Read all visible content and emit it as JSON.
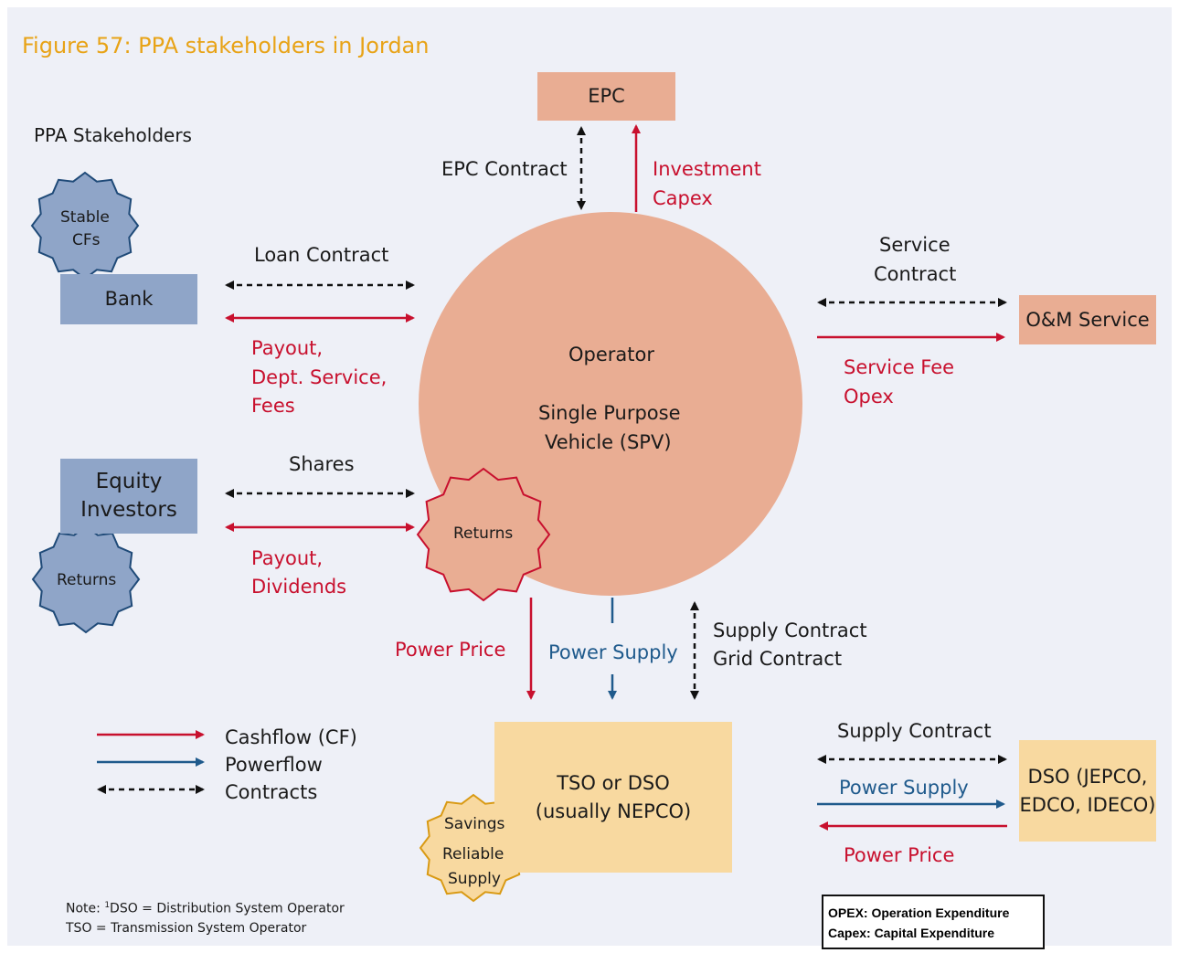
{
  "title": "Figure 57: PPA stakeholders in Jordan",
  "stakeholders_heading": "PPA Stakeholders",
  "colors": {
    "cashflow": "#c8102e",
    "powerflow": "#1f5a8c",
    "contract": "#111111",
    "title": "#e8a317",
    "bank_blue": "#8fa5c8",
    "salmon": "#e9ad93",
    "yellow": "#f8d9a0"
  },
  "nodes": {
    "epc": "EPC",
    "bank": "Bank",
    "equity_line1": "Equity",
    "equity_line2": "Investors",
    "om": "O&M Service",
    "operator": "Operator",
    "spv_line1": "Single Purpose",
    "spv_line2": "Vehicle (SPV)",
    "tso_line1": "TSO or DSO",
    "tso_line2": "(usually NEPCO)",
    "dso_line1": "DSO (JEPCO,",
    "dso_line2": "EDCO, IDECO)"
  },
  "badges": {
    "bank_line1": "Stable",
    "bank_line2": "CFs",
    "equity": "Returns",
    "operator": "Returns",
    "tso_line1": "Savings",
    "tso_line2": "Reliable",
    "tso_line3": "Supply"
  },
  "labels": {
    "epc_contract": "EPC Contract",
    "investment_line1": "Investment",
    "investment_line2": "Capex",
    "loan_contract": "Loan Contract",
    "payout_bank_line1": "Payout,",
    "payout_bank_line2": "Dept. Service,",
    "payout_bank_line3": "Fees",
    "shares": "Shares",
    "payout_eq_line1": "Payout,",
    "payout_eq_line2": "Dividends",
    "service_contract_line1": "Service",
    "service_contract_line2": "Contract",
    "service_fee_line1": "Service Fee",
    "service_fee_line2": "Opex",
    "power_price": "Power Price",
    "power_supply": "Power Supply",
    "supply_contract_line1": "Supply Contract",
    "supply_contract_line2": "Grid Contract",
    "supply_contract_dso": "Supply Contract",
    "power_supply_dso": "Power Supply",
    "power_price_dso": "Power Price"
  },
  "legend": {
    "cashflow": "Cashflow (CF)",
    "powerflow": "Powerflow",
    "contracts": "Contracts"
  },
  "notes": {
    "line1_prefix": "Note: ",
    "line1_sup": "1",
    "line1_rest": "DSO = Distribution System Operator",
    "line2": "TSO = Transmission System Operator"
  },
  "definitions": {
    "opex": "OPEX: Operation Expenditure",
    "capex": "Capex: Capital Expenditure"
  }
}
